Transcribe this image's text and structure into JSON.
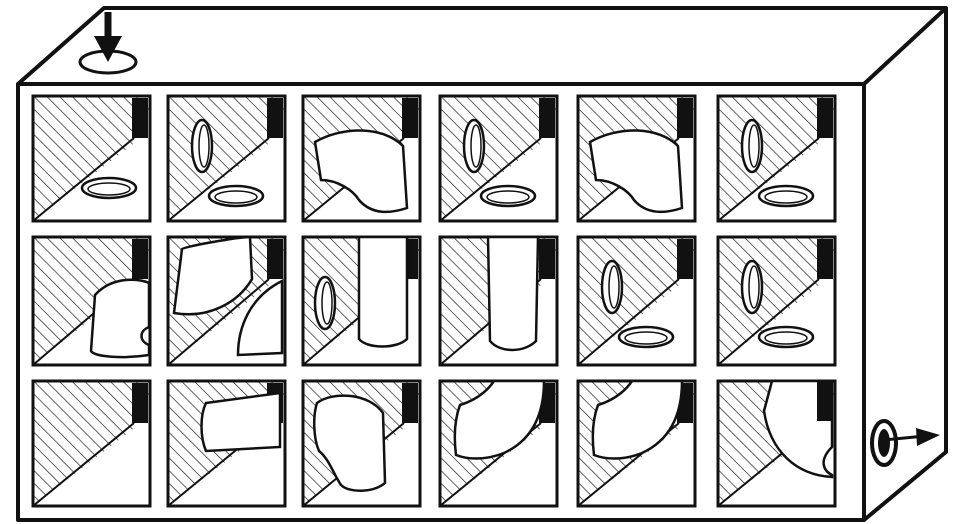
{
  "figure": {
    "description_visible_text": "",
    "colors": {
      "ink": "#111111",
      "paper": "#ffffff",
      "hatch": "#222222"
    },
    "grid": {
      "rows": 3,
      "cols": 6
    },
    "inlet": {
      "icon": "down-arrow-icon",
      "position_word": "top-left"
    },
    "outlet": {
      "icon": "right-arrow-icon",
      "position_word": "right-side"
    },
    "cells": [
      [
        "hole-bottom",
        "holes-side-and-bottom",
        "elbow",
        "holes-side-and-bottom",
        "elbow",
        "holes-side-and-bottom"
      ],
      [
        "elbow-lower",
        "double-elbow",
        "side-hole-and-vertical-pipe",
        "vertical-pipe",
        "holes-side-and-bottom",
        "holes-side-and-bottom"
      ],
      [
        "empty",
        "horizontal-pipe",
        "elbow-down",
        "elbow-from-top",
        "elbow-from-top",
        "large-elbow-to-outlet"
      ]
    ]
  }
}
